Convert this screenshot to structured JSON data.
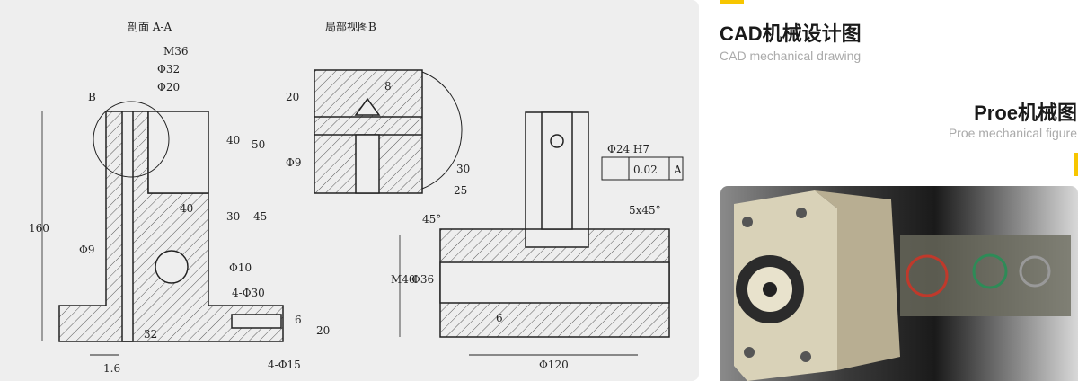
{
  "cad_section": {
    "title_section": "剖面 A-A",
    "title_detail": "局部视图B",
    "labels": {
      "m36": "M36",
      "d32": "Φ32",
      "d20": "Φ20",
      "b": "B",
      "h160": "160",
      "h40a": "40",
      "h50": "50",
      "w40": "40",
      "h30": "30",
      "h45": "45",
      "d9": "Φ9",
      "d10": "Φ10",
      "holes30": "4-Φ30",
      "h6": "6",
      "h20": "20",
      "w32": "32",
      "rough": "1.6",
      "holes15": "4-Φ15",
      "det20": "20",
      "det8": "8",
      "det9": "Φ9",
      "w30": "30",
      "w25": "25",
      "ang45": "45°",
      "d24": "Φ24 H7",
      "tol": "0.02",
      "datum": "A",
      "chamfer": "5x45°",
      "m40": "M40",
      "d36": "Φ36",
      "h6b": "6",
      "d120": "Φ120"
    }
  },
  "right": {
    "cad_title": "CAD机械设计图",
    "cad_subtitle": "CAD mechanical drawing",
    "proe_title": "Proe机械图",
    "proe_subtitle": "Proe mechanical figure"
  },
  "colors": {
    "accent": "#f7c600"
  }
}
